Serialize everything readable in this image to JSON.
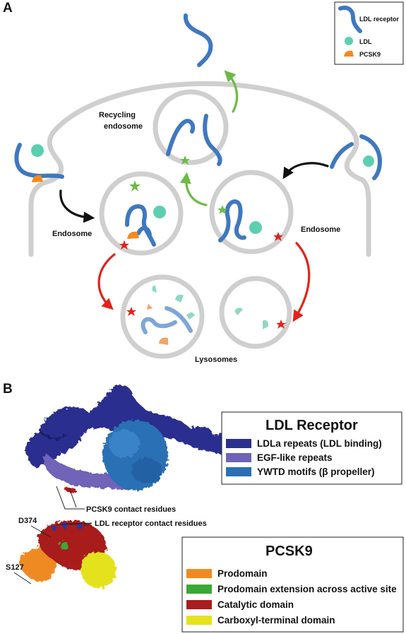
{
  "panel_a": {
    "letter": "A",
    "legend": {
      "receptor": "LDL receptor",
      "ldl": "LDL",
      "pcsk9": "PCSK9"
    },
    "labels": {
      "recycling_1": "Recycling",
      "recycling_2": "endosome",
      "endosome_left": "Endosome",
      "endosome_right": "Endosome",
      "lysosomes": "Lysosomes"
    }
  },
  "panel_b": {
    "letter": "B",
    "ldlr_legend": {
      "title": "LDL Receptor",
      "items": [
        {
          "label": "LDLa repeats (LDL binding)",
          "color": "#2b2f8f"
        },
        {
          "label": "EGF-like repeats",
          "color": "#6f63b8"
        },
        {
          "label": "YWTD motifs (β propeller)",
          "color": "#2a6fb5"
        }
      ]
    },
    "pcsk9_legend": {
      "title": "PCSK9",
      "items": [
        {
          "label": "Prodomain",
          "color": "#ef8a22"
        },
        {
          "label": "Prodomain extension across active site",
          "color": "#3aa835"
        },
        {
          "label": "Catalytic domain",
          "color": "#a81d1d"
        },
        {
          "label": "Carboxyl-terminal domain",
          "color": "#e4e21e"
        }
      ]
    },
    "annotations": {
      "pcsk9_contact": "PCSK9 contact residues",
      "ldlr_contact": "LDL receptor contact residues",
      "d374": "D374",
      "s127": "S127"
    }
  },
  "colors": {
    "receptor": "#3f78bf",
    "ldl": "#5ccfb0",
    "pcsk9": "#f28a1e",
    "membrane": "#cfcfcf",
    "arrow_black": "#111111",
    "arrow_green": "#6dbb45",
    "arrow_red": "#e2231a"
  }
}
